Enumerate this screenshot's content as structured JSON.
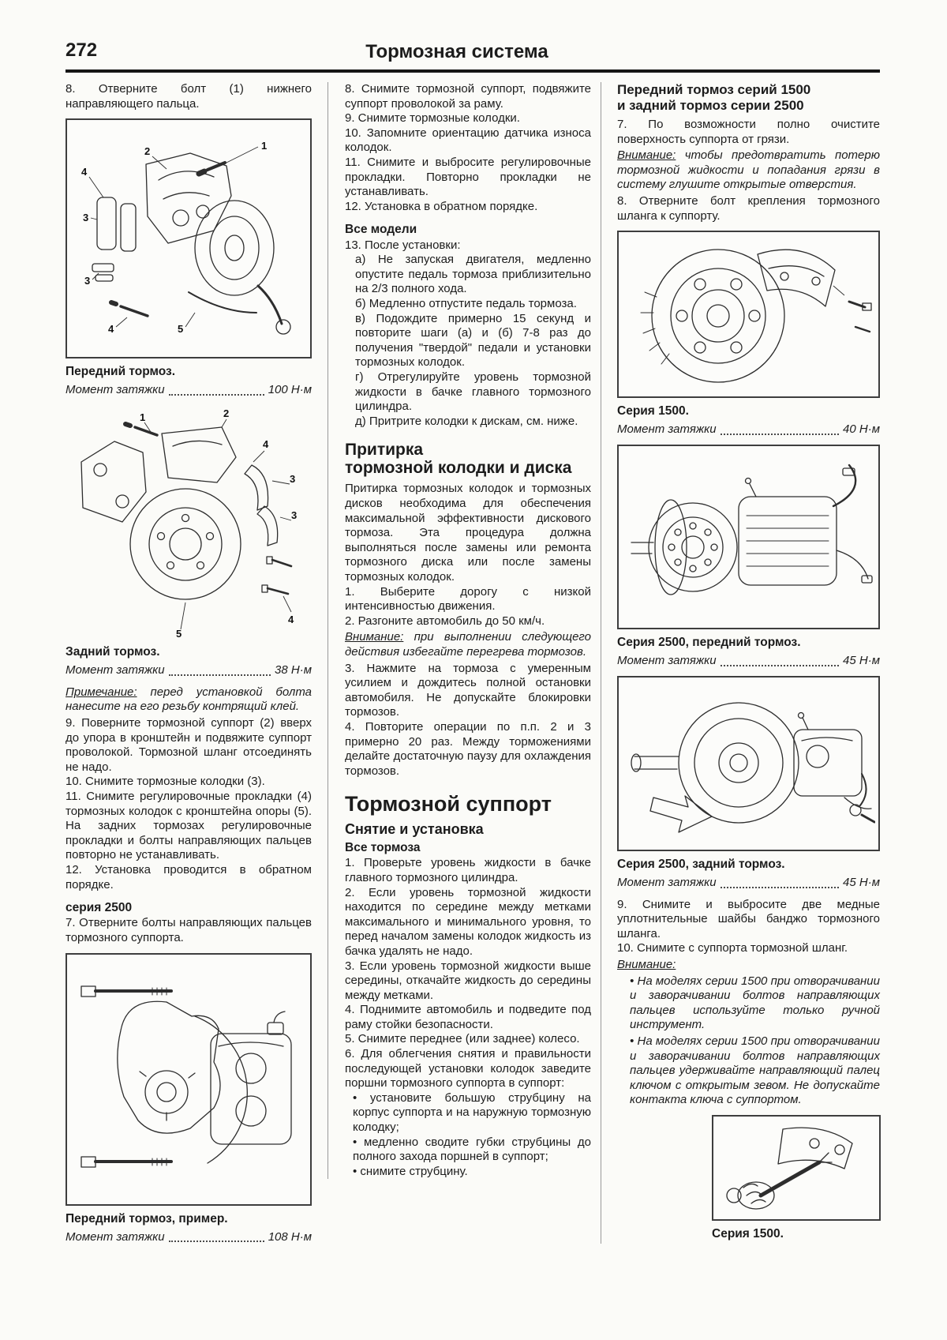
{
  "page": {
    "number": "272",
    "title": "Тормозная система"
  },
  "c1": {
    "s8": "8. Отверните болт (1) нижнего направляющего пальца.",
    "fig1": {
      "callouts": [
        "1",
        "2",
        "4",
        "3",
        "3",
        "4",
        "5"
      ]
    },
    "cap1": "Передний тормоз.",
    "spec1": {
      "label": "Момент затяжки",
      "value": "100 Н·м"
    },
    "fig2": {
      "callouts": [
        "1",
        "2",
        "4",
        "3",
        "3",
        "5",
        "4"
      ]
    },
    "cap2": "Задний тормоз.",
    "spec2": {
      "label": "Момент затяжки",
      "value": "38 Н·м"
    },
    "note_kw": "Примечание:",
    "note_tx": "перед установкой болта нанесите на его резьбу контрящий клей.",
    "s9": "9. Поверните тормозной суппорт (2) вверх до упора в кронштейн и подвяжите суппорт проволокой. Тормозной шланг отсоединять не надо.",
    "s10": "10. Снимите тормозные колодки (3).",
    "s11": "11. Снимите регулировочные прокладки (4) тормозных колодок с кронштейна опоры (5). На задних тормозах регулировочные прокладки и болты направляющих пальцев повторно не устанавливать.",
    "s12": "12. Установка проводится в обратном порядке.",
    "h2500": "серия 2500",
    "s7": "7. Отверните болты направляющих пальцев тормозного суппорта.",
    "cap3": "Передний тормоз, пример.",
    "spec3": {
      "label": "Момент затяжки",
      "value": "108 Н·м"
    }
  },
  "c2": {
    "s8": "8. Снимите тормозной суппорт, подвяжите суппорт проволокой за раму.",
    "s9": "9. Снимите тормозные колодки.",
    "s10": "10. Запомните ориентацию датчика износа колодок.",
    "s11": "11. Снимите и выбросите регулировочные прокладки. Повторно прокладки не устанавливать.",
    "s12": "12. Установка в обратном порядке.",
    "h_all": "Все модели",
    "s13": "13. После установки:",
    "s13a": "а) Не запуская двигателя, медленно опустите педаль тормоза приблизительно на 2/3 полного хода.",
    "s13b": "б) Медленно отпустите педаль тормоза.",
    "s13c": "в) Подождите примерно 15 секунд и повторите шаги (а) и (б) 7-8 раз до получения \"твердой\" педали и установки тормозных колодок.",
    "s13d": "г) Отрегулируйте уровень тормозной жидкости в бачке главного тормозного цилиндра.",
    "s13e": "д) Притрите колодки к дискам, см. ниже.",
    "h_lap1": "Притирка",
    "h_lap2": "тормозной колодки и диска",
    "lap_p": "Притирка тормозных колодок и тормозных дисков необходима для обеспечения максимальной эффективности дискового тормоза. Эта процедура должна выполняться после замены или ремонта тормозного диска или после замены тормозных колодок.",
    "l1": "1. Выберите дорогу с низкой интенсивностью движения.",
    "l2": "2. Разгоните автомобиль до 50 км/ч.",
    "warn_kw": "Внимание:",
    "warn_tx": "при выполнении следующего действия избегайте перегрева тормозов.",
    "l3": "3. Нажмите на тормоза с умеренным усилием и дождитесь полной остановки автомобиля. Не допускайте блокировки тормозов.",
    "l4": "4. Повторите операции по п.п. 2 и 3 примерно 20 раз. Между торможениями делайте достаточную паузу для охлаждения тормозов.",
    "h_cal": "Тормозной суппорт",
    "h_rem": "Снятие и установка",
    "h_allb": "Все тормоза",
    "t1": "1. Проверьте уровень жидкости в бачке главного тормозного цилиндра.",
    "t2": "2. Если уровень тормозной жидкости находится по середине между метками максимального и минимального уровня, то перед началом замены колодок жидкость из бачка удалять не надо.",
    "t3": "3. Если уровень тормозной жидкости выше середины, откачайте жидкость до середины между метками.",
    "t4": "4. Поднимите автомобиль и подведите под раму стойки безопасности.",
    "t5": "5. Снимите переднее (или заднее) колесо.",
    "t6": "6. Для облегчения снятия и правильности последующей установки колодок заведите поршни тормозного суппорта в суппорт:",
    "b1": "• установите большую струбцину на корпус суппорта и на наружную тормозную колодку;",
    "b2": "• медленно сводите губки струбцины до полного захода поршней в суппорт;",
    "b3": "• снимите струбцину."
  },
  "c3": {
    "h1a": "Передний тормоз серий 1500",
    "h1b": "и задний тормоз серии 2500",
    "s7": "7. По возможности полно очистите поверхность суппорта от грязи.",
    "warn1_kw": "Внимание:",
    "warn1_tx": "чтобы предотвратить потерю тормозной жидкости и попадания грязи в систему глушите открытые отверстия.",
    "s8": "8. Отверните болт крепления тормозного шланга к суппорту.",
    "cap1": "Серия 1500.",
    "spec1": {
      "label": "Момент затяжки",
      "value": "40 Н·м"
    },
    "cap2": "Серия 2500, передний тормоз.",
    "spec2": {
      "label": "Момент затяжки",
      "value": "45 Н·м"
    },
    "cap3": "Серия 2500, задний тормоз.",
    "spec3": {
      "label": "Момент затяжки",
      "value": "45 Н·м"
    },
    "s9": "9. Снимите и выбросите две медные уплотнительные шайбы банджо тормозного шланга.",
    "s10": "10. Снимите с суппорта тормозной шланг.",
    "warn2_kw": "Внимание:",
    "wb1": "• На моделях серии 1500 при отворачивании и заворачивании болтов направляющих пальцев используйте только ручной инструмент.",
    "wb2": "• На моделях серии 1500 при отворачивании и заворачивании болтов направляющих пальцев удерживайте направляющий палец ключом с открытым зевом. Не допускайте контакта ключа с суппортом.",
    "cap4": "Серия 1500."
  }
}
